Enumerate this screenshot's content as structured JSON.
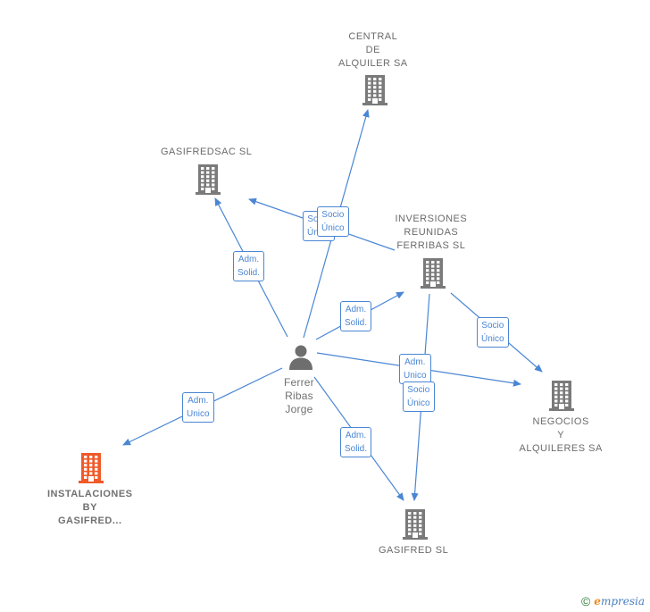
{
  "nodes": [
    {
      "id": "central",
      "kind": "company",
      "highlight": false,
      "label_lines": [
        "CENTRAL",
        "DE",
        "ALQUILER SA"
      ],
      "icon": "building-icon"
    },
    {
      "id": "gasifredsac",
      "kind": "company",
      "highlight": false,
      "label_lines": [
        "GASIFREDSAC SL"
      ],
      "icon": "building-icon"
    },
    {
      "id": "inversiones",
      "kind": "company",
      "highlight": false,
      "label_lines": [
        "INVERSIONES",
        "REUNIDAS",
        "FERRIBAS SL"
      ],
      "icon": "building-icon"
    },
    {
      "id": "negocios",
      "kind": "company",
      "highlight": false,
      "label_lines": [
        "NEGOCIOS",
        "Y",
        "ALQUILERES SA"
      ],
      "icon": "building-icon"
    },
    {
      "id": "gasifred",
      "kind": "company",
      "highlight": false,
      "label_lines": [
        "GASIFRED SL"
      ],
      "icon": "building-icon"
    },
    {
      "id": "instalaciones",
      "kind": "company",
      "highlight": true,
      "label_lines": [
        "INSTALACIONES",
        "BY",
        "GASIFRED..."
      ],
      "icon": "building-icon"
    },
    {
      "id": "ferrer",
      "kind": "person",
      "highlight": false,
      "label_lines": [
        "Ferrer",
        "Ribas",
        "Jorge"
      ],
      "icon": "person-icon"
    }
  ],
  "relations": [
    {
      "id": "r1",
      "from": "ferrer",
      "to": "central",
      "lines": [
        "Socio",
        "Único"
      ]
    },
    {
      "id": "r2",
      "from": "inversiones",
      "to": "gasifredsac",
      "lines": [
        "Socio",
        "Único"
      ]
    },
    {
      "id": "r3",
      "from": "ferrer",
      "to": "gasifredsac",
      "lines": [
        "Adm.",
        "Solid."
      ]
    },
    {
      "id": "r4",
      "from": "ferrer",
      "to": "inversiones",
      "lines": [
        "Adm.",
        "Solid."
      ]
    },
    {
      "id": "r5",
      "from": "inversiones",
      "to": "negocios",
      "lines": [
        "Socio",
        "Único"
      ]
    },
    {
      "id": "r6",
      "from": "ferrer",
      "to": "negocios",
      "lines": [
        "Adm.",
        "Unico"
      ]
    },
    {
      "id": "r7",
      "from": "inversiones",
      "to": "gasifred",
      "lines": [
        "Socio",
        "Único"
      ]
    },
    {
      "id": "r8",
      "from": "ferrer",
      "to": "gasifred",
      "lines": [
        "Adm.",
        "Solid."
      ]
    },
    {
      "id": "r9",
      "from": "ferrer",
      "to": "instalaciones",
      "lines": [
        "Adm.",
        "Unico"
      ]
    }
  ],
  "footer": {
    "copyright": "©",
    "brand_initial": "e",
    "brand_rest": "mpresia"
  },
  "colors": {
    "edge": "#4a86d4",
    "company": "#7a7a7a",
    "highlight": "#f05a28",
    "person": "#6e6e6e"
  }
}
